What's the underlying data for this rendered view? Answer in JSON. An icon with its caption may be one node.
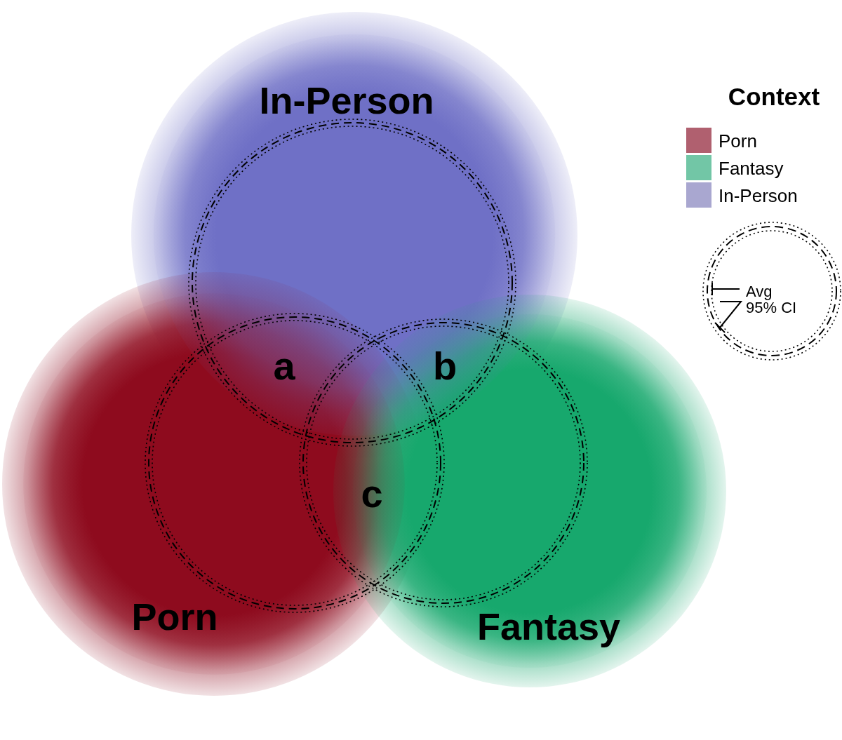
{
  "diagram": {
    "nodes": [
      {
        "text": [
          "In-Person"
        ]
      },
      {
        "text": [
          "Porn"
        ]
      },
      {
        "text": [
          "Fantasy"
        ]
      }
    ],
    "labels": [
      "Context",
      "a",
      "b",
      "c"
    ],
    "legend": [
      {
        "text": "Porn",
        "color": "#b0606f"
      },
      {
        "text": "Fantasy",
        "color": "#72c6a6"
      },
      {
        "text": "In-Person",
        "color": "#a9a7d0"
      },
      {
        "text": "Avg"
      },
      {
        "text": "95% CI"
      }
    ]
  }
}
